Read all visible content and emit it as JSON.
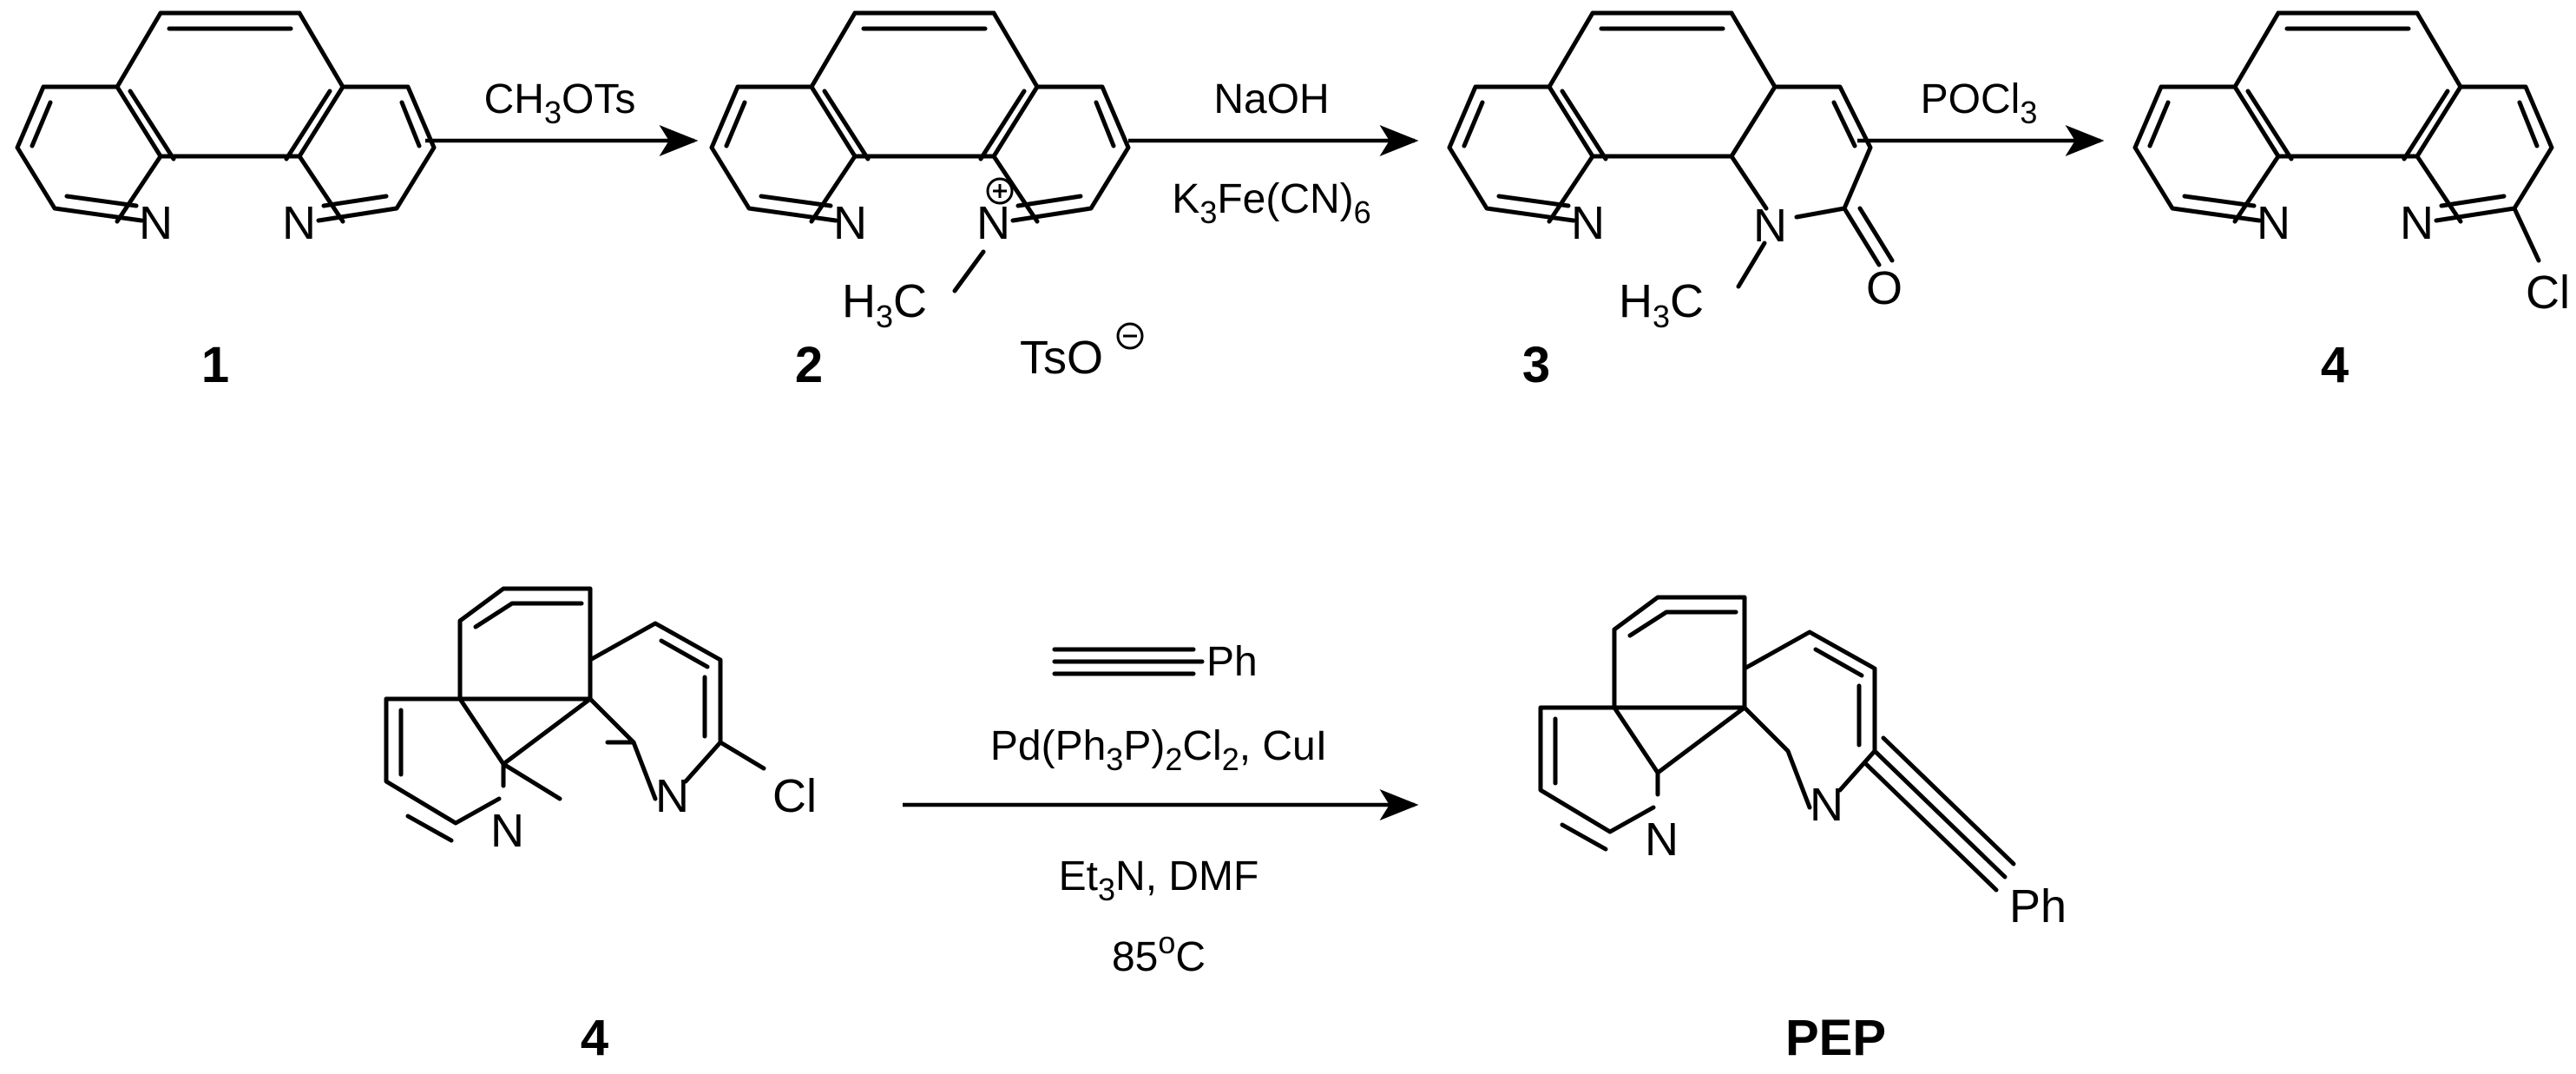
{
  "compounds": {
    "c1": {
      "id": "1"
    },
    "c2": {
      "id": "2",
      "methyl": "H",
      "methyl_sub": "3",
      "methyl_end": "C",
      "counterion": "TsO"
    },
    "c3": {
      "id": "3",
      "methyl": "H",
      "methyl_sub": "3",
      "methyl_end": "C",
      "oxygen": "O"
    },
    "c4": {
      "id": "4",
      "halogen": "Cl"
    },
    "c4b": {
      "id": "4",
      "halogen": "Cl"
    },
    "pep": {
      "id": "PEP",
      "phenyl": "Ph"
    }
  },
  "atoms": {
    "nitrogen": "N"
  },
  "reagents": {
    "step1": {
      "pre": "CH",
      "sub": "3",
      "post": "OTs"
    },
    "step2_top": "NaOH",
    "step2_bottom": {
      "pre": "K",
      "sub1": "3",
      "mid": "Fe(CN)",
      "sub2": "6"
    },
    "step3": {
      "pre": "POCl",
      "sub": "3"
    },
    "step4_alkyne": "Ph",
    "step4_catalyst": {
      "a": "Pd(Ph",
      "s1": "3",
      "b": "P)",
      "s2": "2",
      "c": "Cl",
      "s3": "2",
      "d": ", CuI"
    },
    "step4_base": {
      "a": "Et",
      "s1": "3",
      "b": "N, DMF"
    },
    "step4_temp": {
      "value": "85",
      "sup": "o",
      "unit": "C"
    }
  }
}
